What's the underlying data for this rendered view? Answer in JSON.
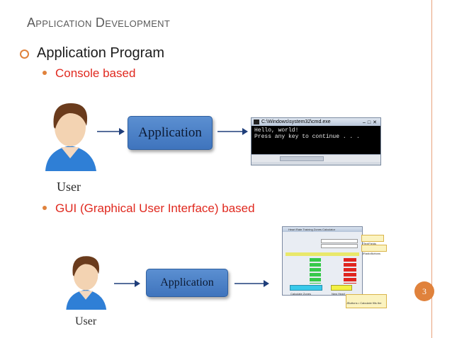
{
  "slide": {
    "title": "Application Development",
    "bullet1": "Application Program",
    "sub1": "Console based",
    "sub2": "GUI (Graphical User Interface) based",
    "page_number": "3"
  },
  "console_diagram": {
    "user_label": "User",
    "app_label": "Application",
    "cmd_title": "C:\\Windows\\system32\\cmd.exe",
    "cmd_line1": "Hello, world!",
    "cmd_line2": "Press any key to continue . . ."
  },
  "gui_diagram": {
    "user_label": "User",
    "app_label": "Application",
    "window_title": "Heart Rate Training Zones Calculator",
    "callout_textfields": "JTextFields",
    "callout_radio": "JRadioButtons",
    "callout_buttons": "JButtons • Calculate fills the GUI . Run again starts the GUI for restart",
    "btn_calculate": "Calculate Zones",
    "btn_new": "New Heart"
  },
  "colors": {
    "accent": "#e0823c",
    "bullet_red": "#e0291f",
    "app_blue": "#4a7fc6"
  }
}
